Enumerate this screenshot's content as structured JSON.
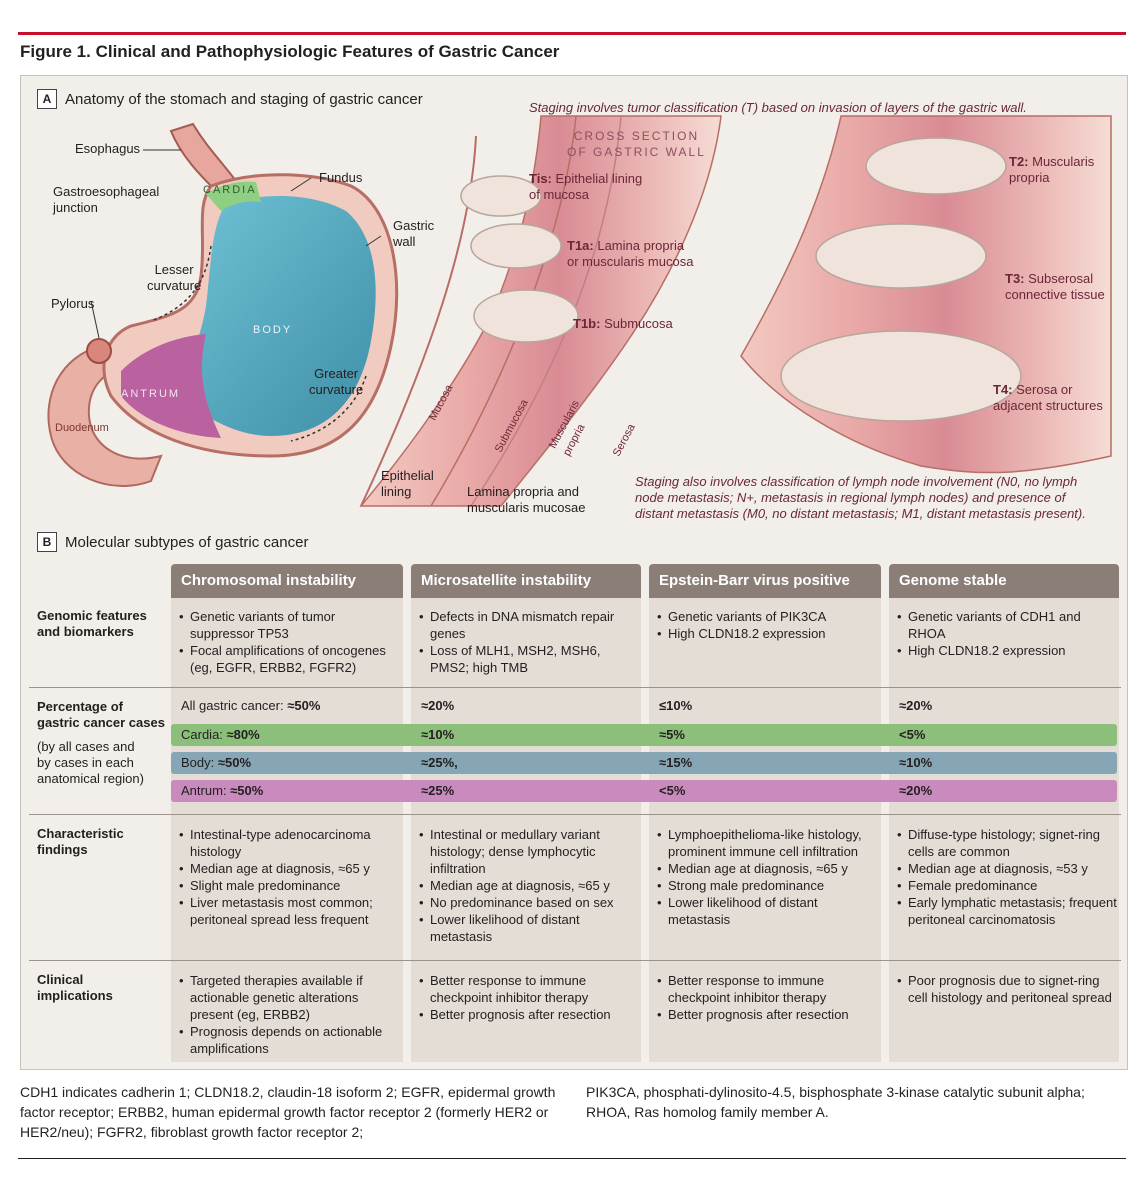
{
  "figure_title": "Figure 1. Clinical and Pathophysiologic Features of Gastric Cancer",
  "section_a": {
    "letter": "A",
    "title": "Anatomy of the stomach and staging of gastric cancer",
    "staging_note_top": "Staging involves tumor classification (T) based on invasion of layers of the gastric wall.",
    "cross_section_title": [
      "CROSS SECTION",
      "OF GASTRIC WALL"
    ],
    "stomach_labels": {
      "esophagus": "Esophagus",
      "gej": [
        "Gastroesophageal",
        "junction"
      ],
      "fundus": "Fundus",
      "gastric_wall": [
        "Gastric",
        "wall"
      ],
      "lesser_curvature": [
        "Lesser",
        "curvature"
      ],
      "pylorus": "Pylorus",
      "greater_curvature": [
        "Greater",
        "curvature"
      ],
      "cardia": "CARDIA",
      "body": "BODY",
      "antrum": "ANTRUM",
      "duodenum": "Duodenum"
    },
    "layer_labels": {
      "epithelial_lining": [
        "Epithelial",
        "lining"
      ],
      "lamina_propria": [
        "Lamina propria and",
        "muscularis mucosae"
      ],
      "mucosa": "Mucosa",
      "submucosa": "Submucosa",
      "muscularis_propria": [
        "Muscularis",
        "propria"
      ],
      "serosa": "Serosa"
    },
    "stages": {
      "tis": {
        "code": "Tis:",
        "text1": " Epithelial lining",
        "text2": "of mucosa"
      },
      "t1a": {
        "code": "T1a:",
        "text1": " Lamina propria",
        "text2": "or muscularis mucosa"
      },
      "t1b": {
        "code": "T1b:",
        "text1": " Submucosa"
      },
      "t2": {
        "code": "T2:",
        "text1": " Muscularis",
        "text2": "propria"
      },
      "t3": {
        "code": "T3:",
        "text1": " Subserosal",
        "text2": "connective tissue"
      },
      "t4": {
        "code": "T4:",
        "text1": " Serosa or",
        "text2": "adjacent structures"
      }
    },
    "staging_note_bottom": [
      "Staging also involves classification of lymph node involvement (N0, no lymph",
      "node metastasis; N+, metastasis in regional lymph nodes) and presence of",
      "distant metastasis (M0, no distant metastasis; M1, distant metastasis present)."
    ]
  },
  "section_b": {
    "letter": "B",
    "title": "Molecular subtypes of gastric cancer",
    "columns": [
      "Chromosomal instability",
      "Microsatellite instability",
      "Epstein-Barr virus positive",
      "Genome stable"
    ],
    "row_labels": {
      "genomic": [
        "Genomic features",
        "and biomarkers"
      ],
      "percentage": [
        "Percentage of",
        "gastric cancer cases"
      ],
      "percentage_sub": [
        "(by all cases and",
        "by cases in each",
        "anatomical region)"
      ],
      "findings": [
        "Characteristic",
        "findings"
      ],
      "clinical": [
        "Clinical",
        "implications"
      ]
    },
    "genomic": [
      [
        "Genetic variants of tumor suppressor TP53",
        "Focal amplifications of oncogenes (eg, EGFR, ERBB2, FGFR2)"
      ],
      [
        "Defects in DNA mismatch repair genes",
        "Loss of MLH1, MSH2, MSH6, PMS2; high TMB"
      ],
      [
        "Genetic variants of PIK3CA",
        "High CLDN18.2 expression"
      ],
      [
        "Genetic variants of CDH1 and RHOA",
        "High CLDN18.2 expression"
      ]
    ],
    "percent_rows": {
      "all": {
        "label": "All gastric cancer:",
        "values": [
          "≈50%",
          "≈20%",
          "≤10%",
          "≈20%"
        ]
      },
      "cardia": {
        "label": "Cardia:",
        "values": [
          "≈80%",
          "≈10%",
          "≈5%",
          "<5%"
        ],
        "color": "#8cc07a"
      },
      "body": {
        "label": "Body:",
        "values": [
          "≈50%",
          "≈25%,",
          "≈15%",
          "≈10%"
        ],
        "color": "#86a6b6"
      },
      "antrum": {
        "label": "Antrum:",
        "values": [
          "≈50%",
          "≈25%",
          "<5%",
          "≈20%"
        ],
        "color": "#c98bbd"
      }
    },
    "findings": [
      [
        "Intestinal-type adenocarcinoma histology",
        "Median age at diagnosis, ≈65 y",
        "Slight male predominance",
        "Liver metastasis most common; peritoneal spread less frequent"
      ],
      [
        "Intestinal or medullary variant histology; dense lymphocytic infiltration",
        "Median age at diagnosis, ≈65 y",
        "No predominance based on sex",
        "Lower likelihood of distant metastasis"
      ],
      [
        "Lymphoepithelioma-like histology, prominent immune cell infiltration",
        "Median age at diagnosis, ≈65 y",
        "Strong male predominance",
        "Lower likelihood of distant metastasis"
      ],
      [
        "Diffuse-type histology; signet-ring cells are common",
        "Median age at diagnosis, ≈53 y",
        "Female predominance",
        "Early lymphatic metastasis; frequent peritoneal carcinomatosis"
      ]
    ],
    "clinical": [
      [
        "Targeted therapies available if actionable genetic alterations present (eg, ERBB2)",
        "Prognosis depends on actionable amplifications"
      ],
      [
        "Better response to immune checkpoint inhibitor therapy",
        "Better prognosis after resection"
      ],
      [
        "Better response to immune checkpoint inhibitor therapy",
        "Better prognosis after resection"
      ],
      [
        "Poor prognosis due to signet-ring cell histology and peritoneal spread"
      ]
    ]
  },
  "footnote_left": "CDH1 indicates cadherin 1; CLDN18.2, claudin-18 isoform 2; EGFR, epidermal growth factor receptor; ERBB2, human epidermal growth factor receptor 2 (formerly HER2 or HER2/neu); FGFR2, fibroblast growth factor receptor 2;",
  "footnote_right": "PIK3CA, phosphati-dylinosito-4.5, bisphosphate 3-kinase catalytic subunit alpha; RHOA, Ras homolog family member A."
}
